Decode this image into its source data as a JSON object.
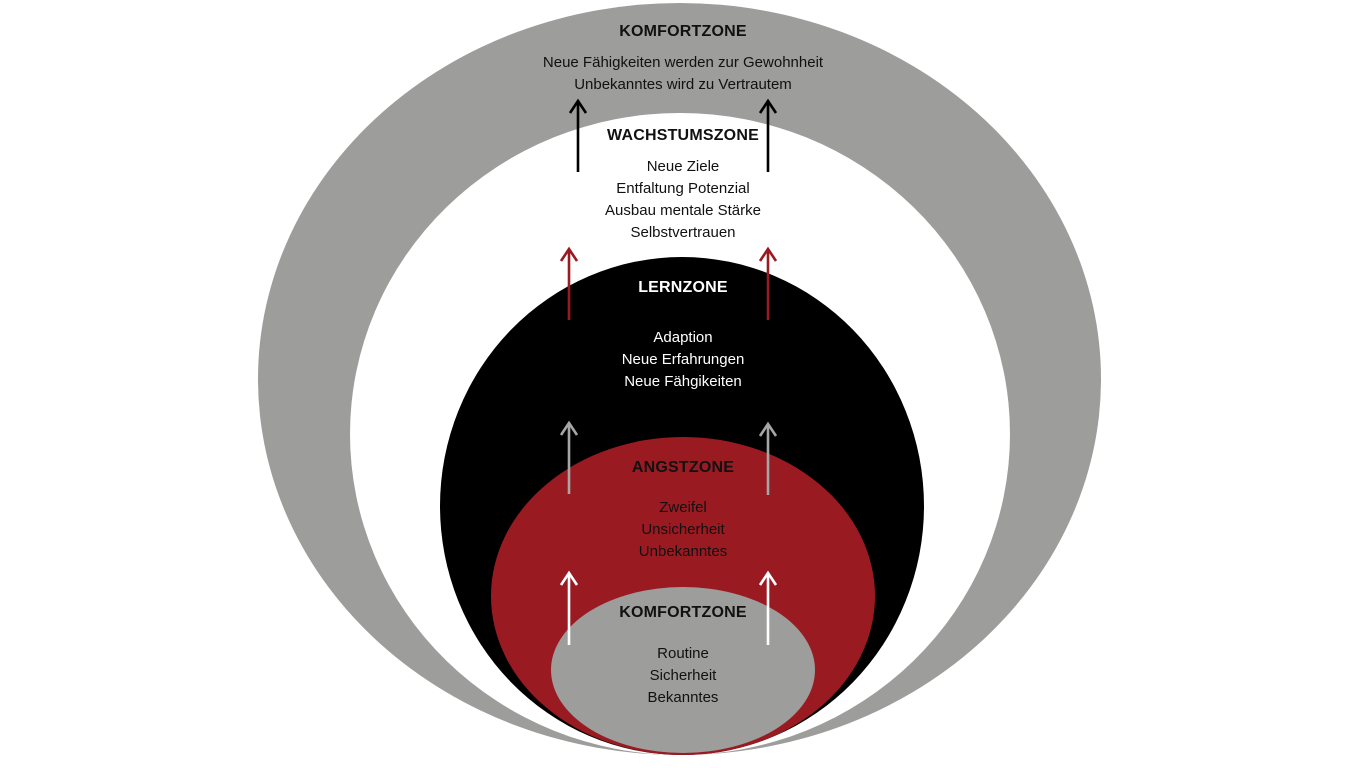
{
  "colors": {
    "outer_gray": "#9d9d9c",
    "white": "#ffffff",
    "black": "#000000",
    "red": "#9a1a22",
    "inner_gray": "#9d9d9c",
    "arrow_black": "#000000",
    "arrow_red": "#9a1a22",
    "arrow_gray": "#a6a6a6",
    "arrow_white": "#ffffff"
  },
  "zones": {
    "outer_comfort": {
      "title": "KOMFORTZONE",
      "lines": [
        "Neue Fähigkeiten werden zur Gewohnheit",
        "Unbekanntes wird zu Vertrautem"
      ]
    },
    "growth": {
      "title": "WACHSTUMSZONE",
      "lines": [
        "Neue Ziele",
        "Entfaltung Potenzial",
        "Ausbau mentale Stärke",
        "Selbstvertrauen"
      ]
    },
    "learning": {
      "title": "LERNZONE",
      "lines": [
        "Adaption",
        "Neue Erfahrungen",
        "Neue Fähgikeiten"
      ]
    },
    "fear": {
      "title": "ANGSTZONE",
      "lines": [
        "Zweifel",
        "Unsicherheit",
        "Unbekanntes"
      ]
    },
    "inner_comfort": {
      "title": "KOMFORTZONE",
      "lines": [
        "Routine",
        "Sicherheit",
        "Bekanntes"
      ]
    }
  },
  "arrows": [
    {
      "from": "growth",
      "to": "outer_comfort",
      "color_key": "arrow_black"
    },
    {
      "from": "learning",
      "to": "growth",
      "color_key": "arrow_red"
    },
    {
      "from": "fear",
      "to": "learning",
      "color_key": "arrow_gray"
    },
    {
      "from": "inner_comfort",
      "to": "fear",
      "color_key": "arrow_white"
    }
  ]
}
